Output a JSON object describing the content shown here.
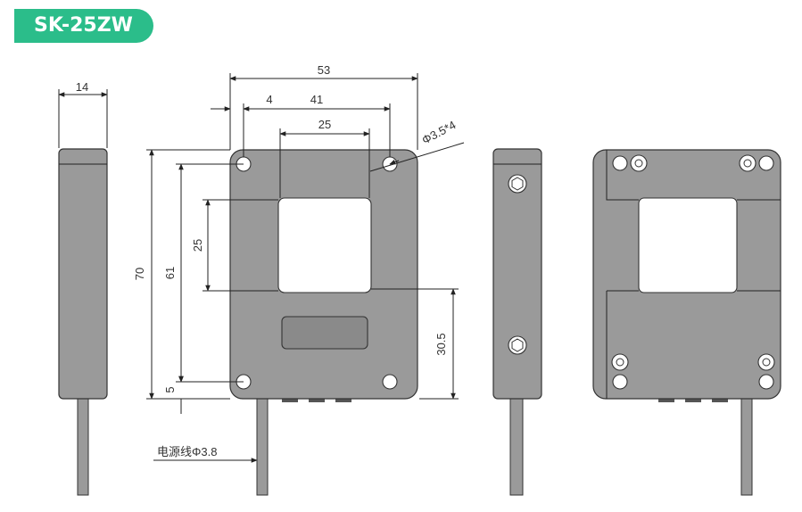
{
  "title": "SK-25ZW",
  "dimensions": {
    "side_width": "14",
    "total_width": "53",
    "offset": "4",
    "hole_spacing": "41",
    "window_width": "25",
    "hole_spec": "Φ3.5*4",
    "total_height": "70",
    "hole_vertical": "61",
    "window_height": "25",
    "bottom_offset": "5",
    "lower_height": "30.5"
  },
  "cable_label": "电源线Φ3.8",
  "colors": {
    "badge": "#2bbd8a",
    "body": "#9a9a9a"
  }
}
